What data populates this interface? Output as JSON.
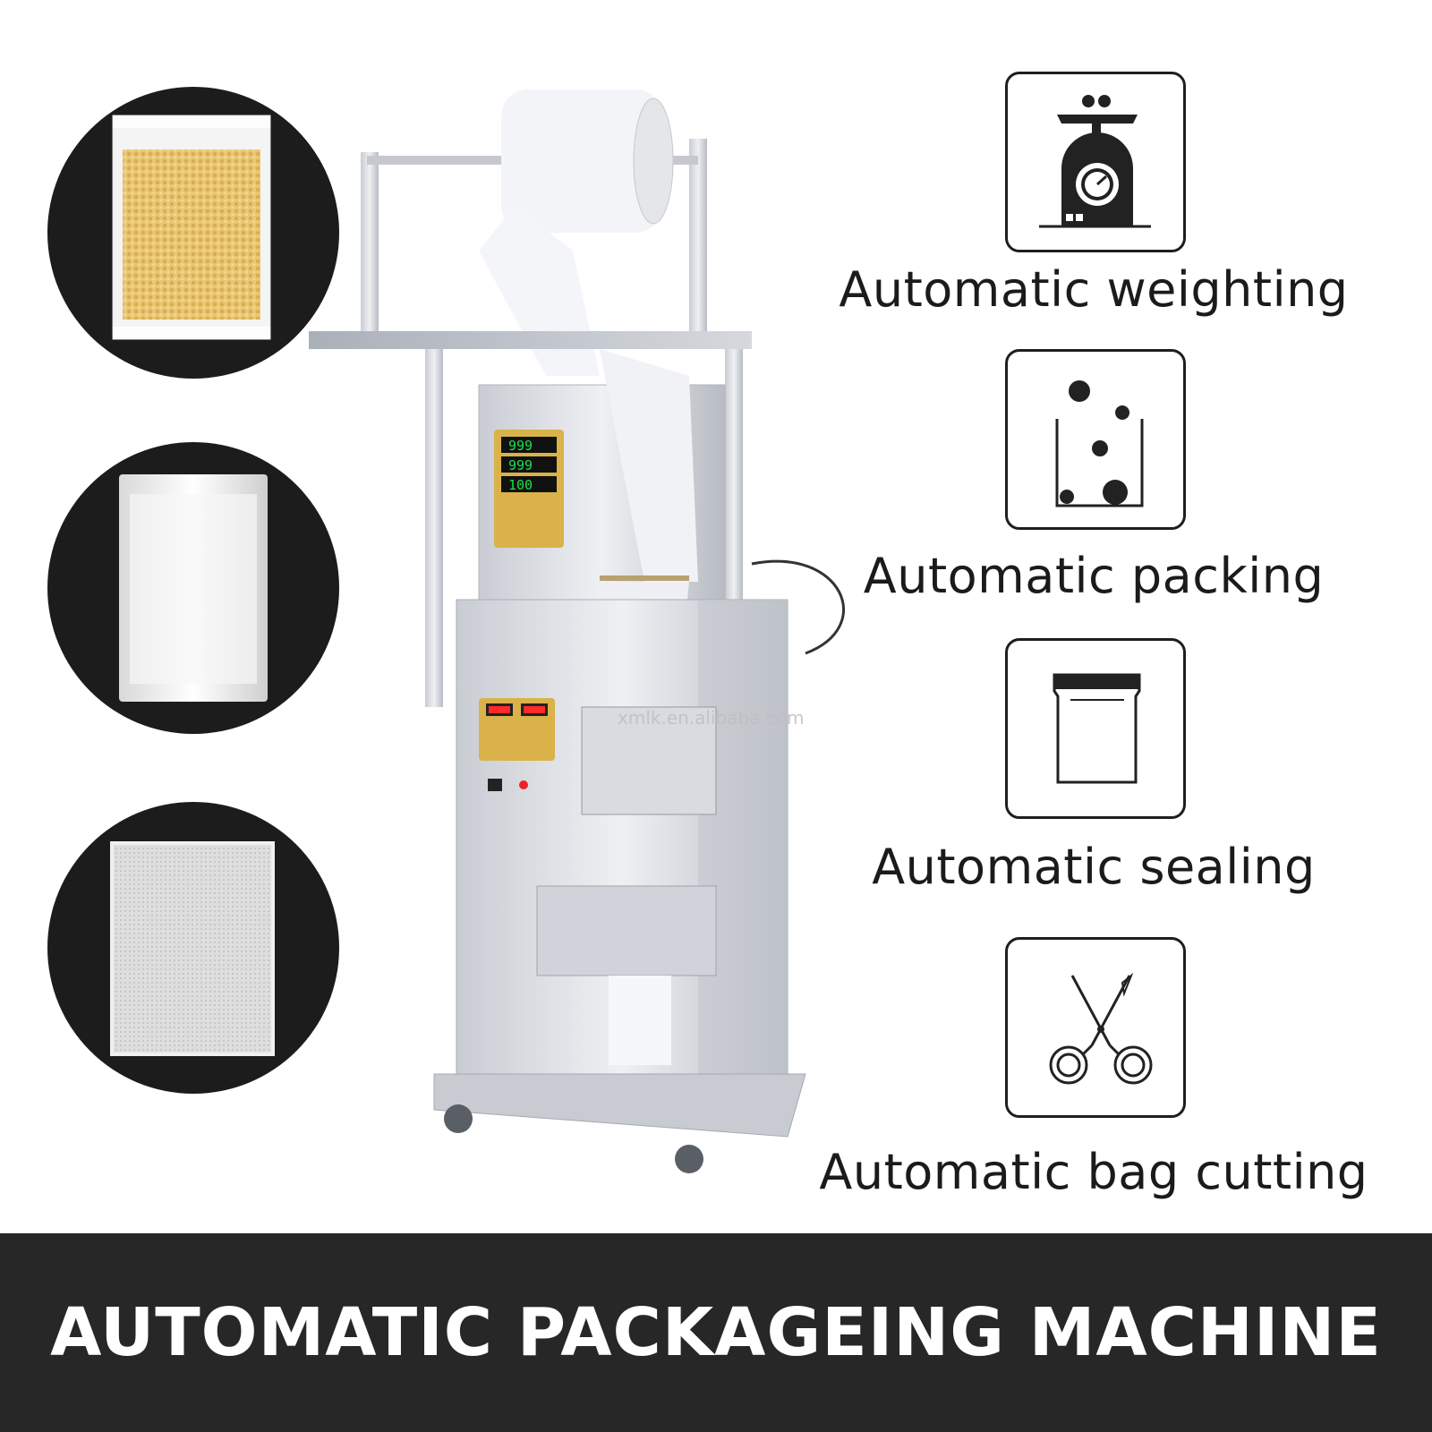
{
  "watermark": "xmlk.en.alibaba.com",
  "panel_displays": [
    "999",
    "999",
    "100"
  ],
  "features": [
    {
      "label": "Automatic weighting",
      "icon": "scale-icon"
    },
    {
      "label": "Automatic packing",
      "icon": "container-particles-icon"
    },
    {
      "label": "Automatic sealing",
      "icon": "sealed-bag-icon"
    },
    {
      "label": "Automatic bag cutting",
      "icon": "scissors-icon"
    }
  ],
  "samples": [
    {
      "name": "granule-sample-bag"
    },
    {
      "name": "powder-white-sample-bag"
    },
    {
      "name": "grain-sample-bag"
    }
  ],
  "banner": {
    "title": "AUTOMATIC PACKAGEING MACHINE"
  },
  "colors": {
    "banner_bg": "#272727",
    "circle_bg": "#1c1c1c",
    "led_green": "#19e04a",
    "led_red": "#ff2a2a"
  }
}
